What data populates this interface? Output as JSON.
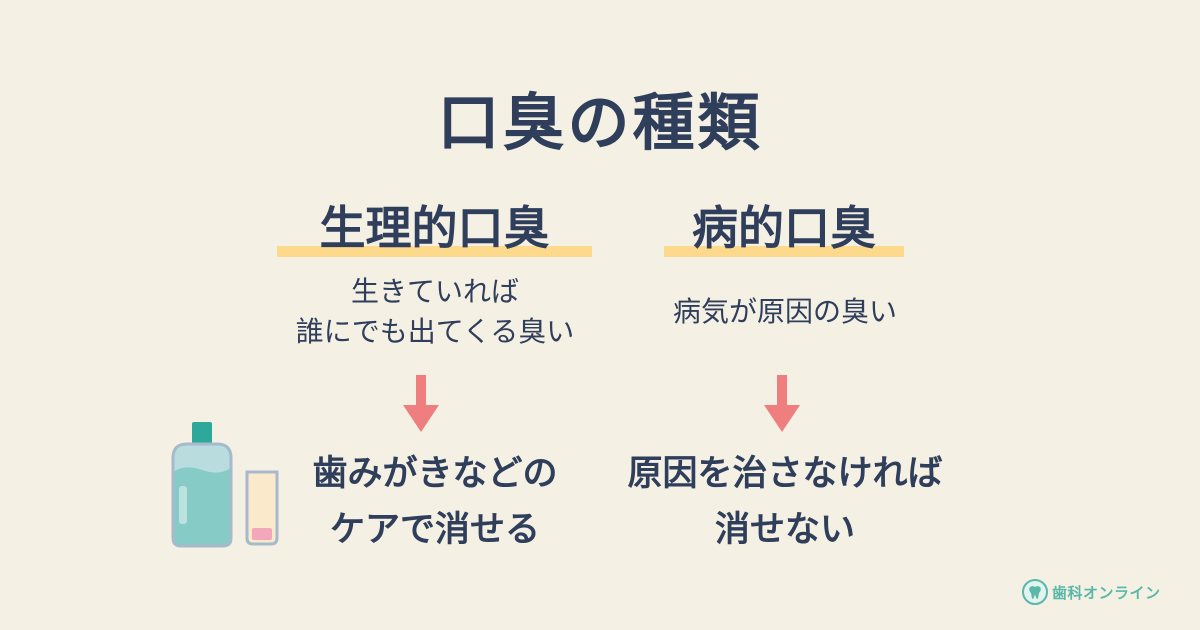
{
  "title": "口臭の種類",
  "left": {
    "heading": "生理的口臭",
    "description_lines": [
      "生きていれば",
      "誰にでも出てくる臭い"
    ],
    "result_lines": [
      "歯みがきなどの",
      "ケアで消せる"
    ]
  },
  "right": {
    "heading": "病的口臭",
    "description_lines": [
      "病気が原因の臭い"
    ],
    "result_lines": [
      "原因を治さなければ",
      "消せない"
    ]
  },
  "logo": {
    "text": "歯科オンライン",
    "icon": "tooth-icon"
  },
  "illustration": {
    "icon": "mouthwash-and-toothpaste-icon"
  },
  "colors": {
    "background": "#f5f0e4",
    "text": "#2f3e5a",
    "highlight": "#fcd98b",
    "arrow": "#ef7e7e",
    "brand": "#59b8a8"
  }
}
